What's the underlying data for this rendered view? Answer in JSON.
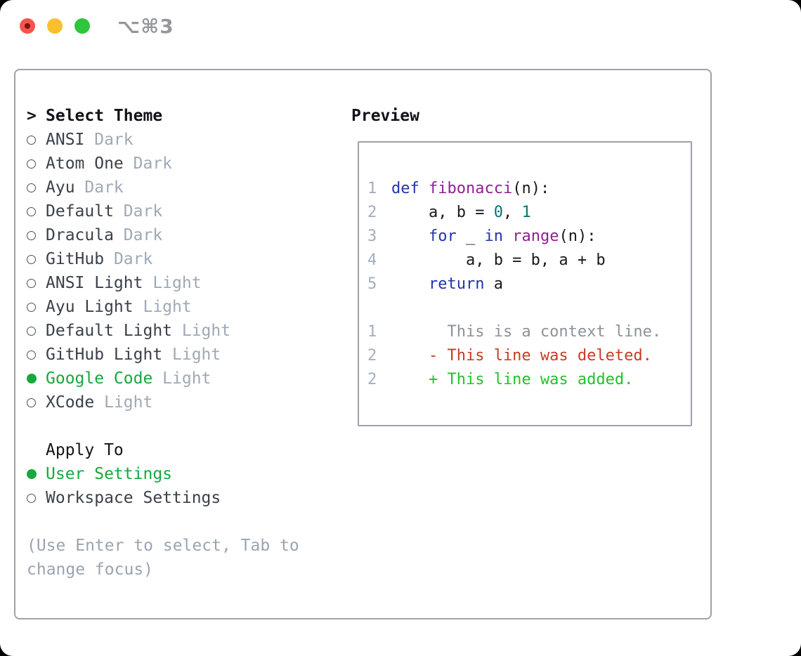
{
  "titlebar": {
    "shortcut": "⌥⌘3",
    "buttons": [
      "close",
      "minimize",
      "zoom"
    ]
  },
  "theme_list": {
    "title_marker": ">",
    "title": "Select Theme",
    "items": [
      {
        "name": "ANSI",
        "variant": "Dark",
        "selected": false
      },
      {
        "name": "Atom One",
        "variant": "Dark",
        "selected": false
      },
      {
        "name": "Ayu",
        "variant": "Dark",
        "selected": false
      },
      {
        "name": "Default",
        "variant": "Dark",
        "selected": false
      },
      {
        "name": "Dracula",
        "variant": "Dark",
        "selected": false
      },
      {
        "name": "GitHub",
        "variant": "Dark",
        "selected": false
      },
      {
        "name": "ANSI Light",
        "variant": "Light",
        "selected": false
      },
      {
        "name": "Ayu Light",
        "variant": "Light",
        "selected": false
      },
      {
        "name": "Default Light",
        "variant": "Light",
        "selected": false
      },
      {
        "name": "GitHub Light",
        "variant": "Light",
        "selected": false
      },
      {
        "name": "Google Code",
        "variant": "Light",
        "selected": true
      },
      {
        "name": "XCode",
        "variant": "Light",
        "selected": false
      }
    ]
  },
  "apply_to": {
    "title": "Apply To",
    "options": [
      {
        "label": "User Settings",
        "selected": true
      },
      {
        "label": "Workspace Settings",
        "selected": false
      }
    ]
  },
  "hint": "(Use Enter to select, Tab to change focus)",
  "preview": {
    "title": "Preview",
    "lines": [
      {
        "num": "1",
        "segments": [
          {
            "text": "def",
            "color": "keyword"
          },
          {
            "text": " ",
            "color": "plain"
          },
          {
            "text": "fibonacci",
            "color": "function"
          },
          {
            "text": "(n):",
            "color": "plain"
          }
        ]
      },
      {
        "num": "2",
        "segments": [
          {
            "text": "    a, b = ",
            "color": "plain"
          },
          {
            "text": "0",
            "color": "number"
          },
          {
            "text": ", ",
            "color": "plain"
          },
          {
            "text": "1",
            "color": "number"
          }
        ]
      },
      {
        "num": "3",
        "segments": [
          {
            "text": "    ",
            "color": "plain"
          },
          {
            "text": "for",
            "color": "keyword"
          },
          {
            "text": " _ ",
            "color": "plain"
          },
          {
            "text": "in",
            "color": "keyword"
          },
          {
            "text": " ",
            "color": "plain"
          },
          {
            "text": "range",
            "color": "function"
          },
          {
            "text": "(n):",
            "color": "plain"
          }
        ]
      },
      {
        "num": "4",
        "segments": [
          {
            "text": "        a, b = b, a + b",
            "color": "plain"
          }
        ]
      },
      {
        "num": "5",
        "segments": [
          {
            "text": "    ",
            "color": "plain"
          },
          {
            "text": "return",
            "color": "keyword"
          },
          {
            "text": " a",
            "color": "plain"
          }
        ]
      },
      {
        "num": "",
        "segments": []
      },
      {
        "num": "1",
        "segments": [
          {
            "text": "      This is a context line.",
            "color": "context"
          }
        ]
      },
      {
        "num": "2",
        "segments": [
          {
            "text": "    - This line was deleted.",
            "color": "deleted"
          }
        ]
      },
      {
        "num": "2",
        "segments": [
          {
            "text": "    + This line was added.",
            "color": "added"
          }
        ]
      }
    ]
  },
  "colors": {
    "tl_close": "#f4544d",
    "tl_close_dot": "#7e130e",
    "tl_min": "#fbbe2e",
    "tl_zoom": "#2fc53c",
    "shortcut_gray": "#96979c",
    "panel_border": "#9ba2ac",
    "title_black": "#111418",
    "item_name": "#3b4149",
    "item_variant": "#9fa9b5",
    "selected_green": "#17a83e",
    "circle_outline": "#4b5158",
    "hint_gray": "#9aa4b1",
    "lineno": "#a3aebd",
    "plain": "#17191d",
    "keyword": "#2433ad",
    "function": "#8f2092",
    "number": "#0c7173",
    "context": "#8c9299",
    "deleted": "#c93a26",
    "added": "#1ec32b"
  }
}
